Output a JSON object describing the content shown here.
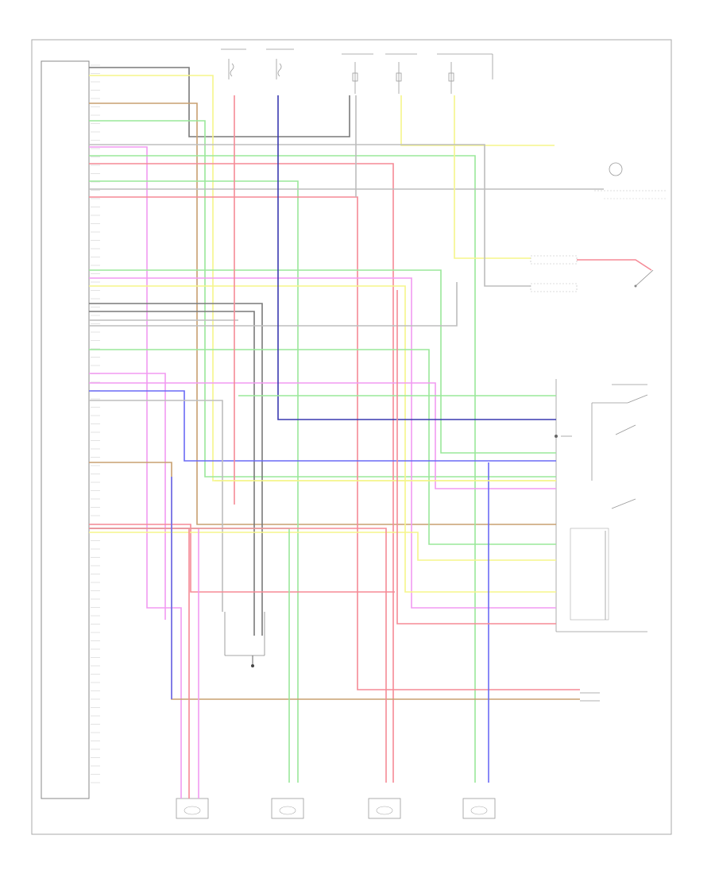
{
  "diagram": {
    "ecu_symbol": "",
    "page_code": "",
    "blocks": [
      {
        "id": "ecu",
        "text": ""
      },
      {
        "id": "fuse1",
        "text": ""
      },
      {
        "id": "fuse2",
        "text": ""
      },
      {
        "id": "relay1",
        "text": ""
      },
      {
        "id": "relay2",
        "text": ""
      },
      {
        "id": "relay3",
        "text": ""
      },
      {
        "id": "instrument_cluster",
        "text": ""
      },
      {
        "id": "parking_brake_sw",
        "text": ""
      },
      {
        "id": "brake_sw",
        "text": ""
      },
      {
        "id": "valve_assembly",
        "text": ""
      },
      {
        "id": "ground",
        "text": ""
      },
      {
        "id": "data_link",
        "text": ""
      },
      {
        "id": "lf_sensor",
        "text": ""
      },
      {
        "id": "rf_sensor",
        "text": ""
      },
      {
        "id": "lr_sensor",
        "text": ""
      },
      {
        "id": "rr_sensor",
        "text": ""
      }
    ]
  },
  "colors": {
    "wire_black": "#7a7a7a",
    "wire_yellow": "#f5f58a",
    "wire_orange": "#c8a070",
    "wire_green": "#9ae89a",
    "wire_pink": "#f29af2",
    "wire_red": "#f58a96",
    "wire_blue": "#6a6af5",
    "wire_gray": "#bdbdbd",
    "wire_dkblue": "#3a3ab0",
    "frame": "#999999"
  }
}
